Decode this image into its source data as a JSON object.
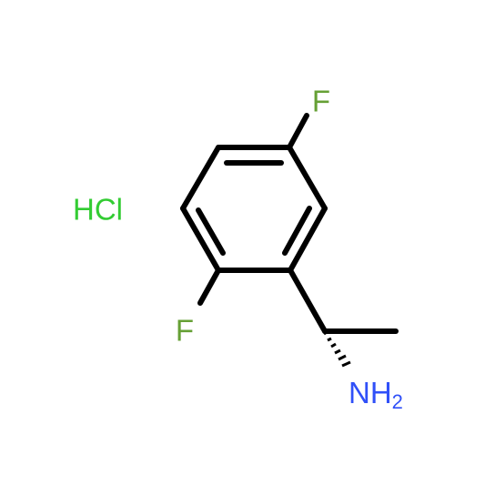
{
  "molecule": {
    "salt": {
      "text": "HCl",
      "color": "#33cc33"
    },
    "fluorine_top": {
      "text": "F",
      "color": "#66a035"
    },
    "fluorine_left": {
      "text": "F",
      "color": "#66a035"
    },
    "amine": {
      "main": "NH",
      "subscript": "2",
      "color": "#3050f8"
    },
    "bond_color": "#000000",
    "stereo_bond": "hashed-wedge"
  }
}
